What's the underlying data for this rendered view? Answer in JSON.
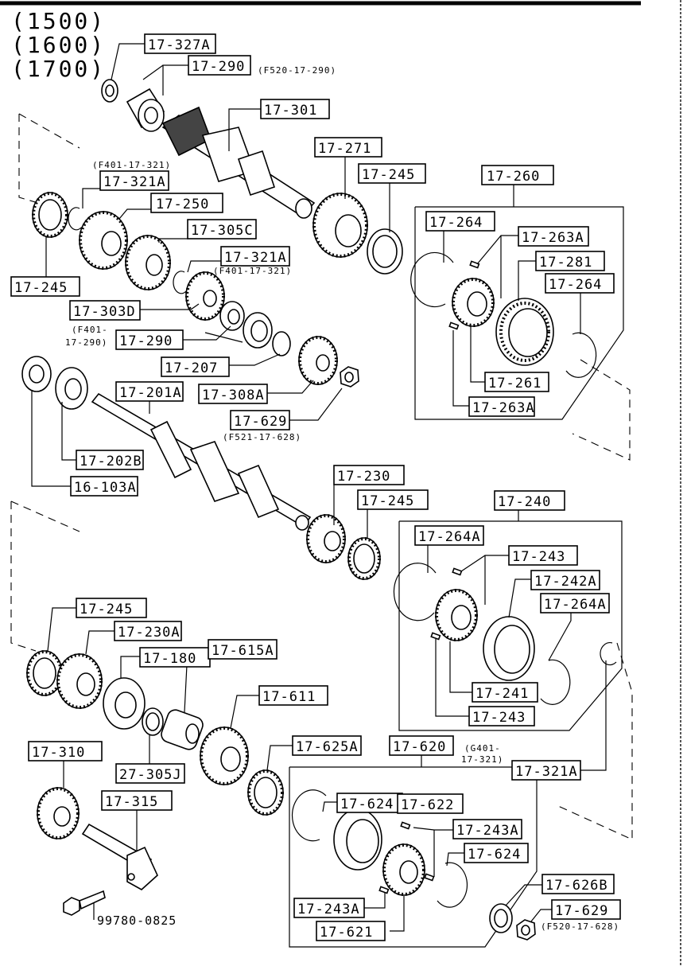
{
  "models": [
    "(1500)",
    "(1600)",
    "(1700)"
  ],
  "labels": {
    "p17_327A": "17-327A",
    "p17_290_top": "17-290",
    "p17_301": "17-301",
    "p17_271": "17-271",
    "p17_245_a": "17-245",
    "p17_260": "17-260",
    "p17_321A_a": "17-321A",
    "p17_250": "17-250",
    "p17_305C": "17-305C",
    "p17_321A_b": "17-321A",
    "p17_245_b": "17-245",
    "p17_303D": "17-303D",
    "p17_290_mid": "17-290",
    "p17_207": "17-207",
    "p17_308A": "17-308A",
    "p17_629_a": "17-629",
    "p17_201A": "17-201A",
    "p17_202B": "17-202B",
    "p16_103A": "16-103A",
    "p17_264_a": "17-264",
    "p17_263A_a": "17-263A",
    "p17_281": "17-281",
    "p17_264_b": "17-264",
    "p17_261": "17-261",
    "p17_263A_b": "17-263A",
    "p17_230": "17-230",
    "p17_245_c": "17-245",
    "p17_240": "17-240",
    "p17_264A_a": "17-264A",
    "p17_243_a": "17-243",
    "p17_242A": "17-242A",
    "p17_264A_b": "17-264A",
    "p17_241": "17-241",
    "p17_243_b": "17-243",
    "p17_245_d": "17-245",
    "p17_230A": "17-230A",
    "p17_180": "17-180",
    "p17_615A": "17-615A",
    "p17_611": "17-611",
    "p17_625A": "17-625A",
    "p17_310": "17-310",
    "p27_305J": "27-305J",
    "p17_315": "17-315",
    "p17_620": "17-620",
    "p17_321A_c": "17-321A",
    "p17_624_a": "17-624",
    "p17_622": "17-622",
    "p17_243A_a": "17-243A",
    "p17_624_b": "17-624",
    "p17_243A_b": "17-243A",
    "p17_621": "17-621",
    "p17_626B": "17-626B",
    "p17_629_b": "17-629",
    "p99780": "99780-0825"
  },
  "alt_numbers": {
    "f520_290": "(F520-17-290)",
    "f401_321_a": "(F401-17-321)",
    "f401_321_b": "(F401-17-321)",
    "f401_290_l1": "(F401-",
    "f401_290_l2": "17-290)",
    "f521_628": "(F521-17-628)",
    "g401_l1": "(G401-",
    "g401_l2": "17-321)",
    "f520_628": "(F520-17-628)"
  }
}
